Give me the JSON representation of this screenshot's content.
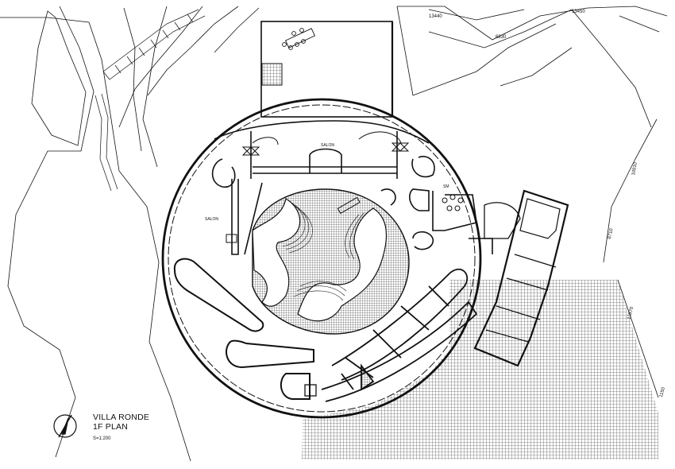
{
  "title": {
    "project": "VILLA RONDE",
    "drawing": "1F PLAN",
    "scale": "S=1:200"
  },
  "room_labels": {
    "salon_top": "SALON",
    "salon_left": "SALON",
    "room_right": "SM"
  },
  "contour_labels": [
    "13440",
    "13450",
    "6830",
    "10910",
    "8710",
    "11870",
    "1150"
  ],
  "colors": {
    "line": "#111111",
    "background": "#ffffff",
    "hatch": "#222222"
  },
  "icons": {
    "north_arrow": "north-arrow-icon"
  }
}
